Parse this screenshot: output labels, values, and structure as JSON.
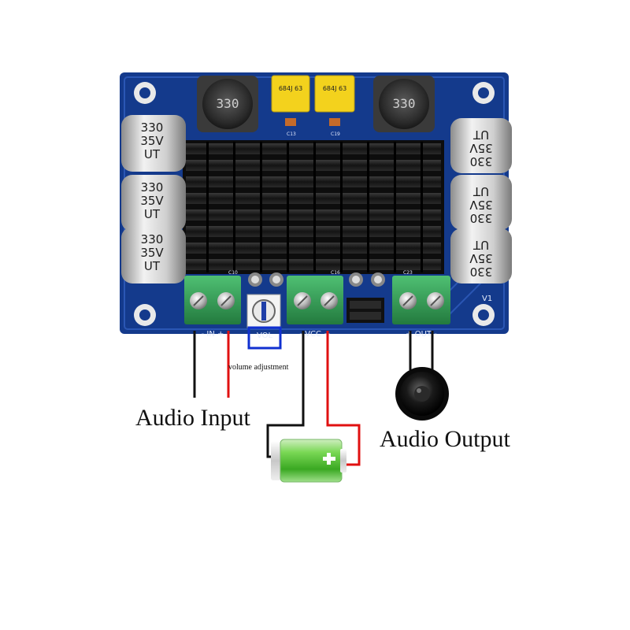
{
  "labels": {
    "audio_input": "Audio Input",
    "audio_output": "Audio Output",
    "volume_adjustment": "volume adjustment"
  },
  "board": {
    "inductor_mark": "330",
    "film_cap_mark": "684J 63",
    "cap_c13": "C13",
    "cap_c19": "C19",
    "cap_c10": "C10",
    "cap_c16": "C16",
    "cap_c23": "C23",
    "version": "V1",
    "electrolytic_value": "330",
    "electrolytic_voltage": "35V",
    "electrolytic_brand": "UT",
    "terminal_in": "- IN +",
    "terminal_vol": "VOL",
    "terminal_vcc": "- VCC +",
    "terminal_out": "+ OUT -"
  },
  "colors": {
    "pcb": "#143a8c",
    "heatsink": "#1b1b1b",
    "terminal": "#2e9b52",
    "wire_black": "#111111",
    "wire_red": "#e01010",
    "wire_blue": "#1030d0",
    "battery": "#5bd23c"
  },
  "icons": [
    "battery-icon",
    "speaker-icon",
    "potentiometer-icon"
  ]
}
